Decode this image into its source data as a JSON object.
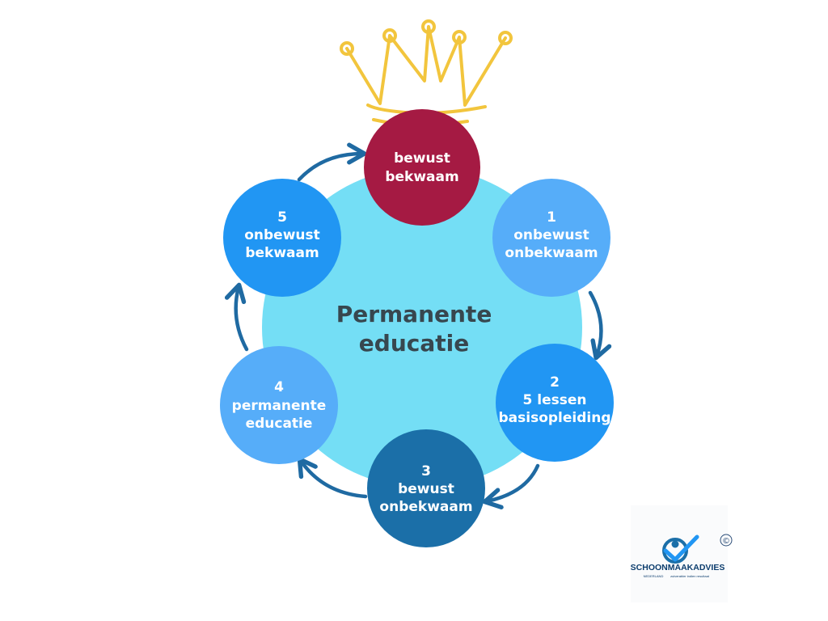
{
  "diagram": {
    "center": {
      "line1": "Permanente",
      "line2": "educatie",
      "color": "#74def5"
    },
    "nodes": [
      {
        "id": "top",
        "lines": [
          "bewust",
          "bekwaam"
        ],
        "color": "#a51a43"
      },
      {
        "id": "step-1",
        "lines": [
          "1",
          "onbewust",
          "onbekwaam"
        ],
        "color": "#56adf9"
      },
      {
        "id": "step-2",
        "lines": [
          "2",
          "5 lessen",
          "basisopleiding"
        ],
        "color": "#2196f3"
      },
      {
        "id": "step-3",
        "lines": [
          "3",
          "bewust",
          "onbekwaam"
        ],
        "color": "#1b6fa8"
      },
      {
        "id": "step-4",
        "lines": [
          "4",
          "permanente",
          "educatie"
        ],
        "color": "#56adf9"
      },
      {
        "id": "step-5",
        "lines": [
          "5",
          "onbewust",
          "bekwaam"
        ],
        "color": "#2196f3"
      }
    ],
    "arrow_color": "#1f6aa2",
    "crown_color": "#f2c53d"
  },
  "logo": {
    "brand": "SCHOONMAAKADVIES",
    "sub_left": "NEDERLAND",
    "sub_right": "zuiverabler indien resultaat",
    "copyright": "©"
  }
}
